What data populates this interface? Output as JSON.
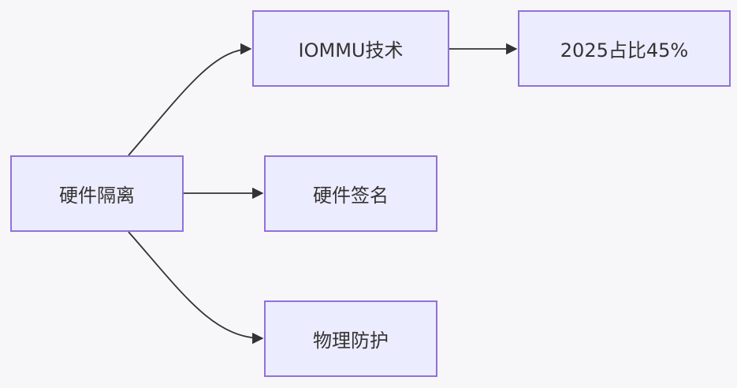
{
  "diagram": {
    "type": "flowchart",
    "direction": "left-to-right",
    "colors": {
      "node_fill": "#ececff",
      "node_border": "#9370db",
      "edge": "#333333",
      "text": "#333333",
      "background": "#f7f6f8"
    },
    "nodes": {
      "hw_isolation": {
        "label": "硬件隔离"
      },
      "iommu": {
        "label": "IOMMU技术"
      },
      "share_2025": {
        "label": "2025占比45%"
      },
      "hw_signature": {
        "label": "硬件签名"
      },
      "physical_protection": {
        "label": "物理防护"
      }
    },
    "edges": [
      {
        "from": "hw_isolation",
        "to": "iommu"
      },
      {
        "from": "iommu",
        "to": "share_2025"
      },
      {
        "from": "hw_isolation",
        "to": "hw_signature"
      },
      {
        "from": "hw_isolation",
        "to": "physical_protection"
      }
    ]
  }
}
